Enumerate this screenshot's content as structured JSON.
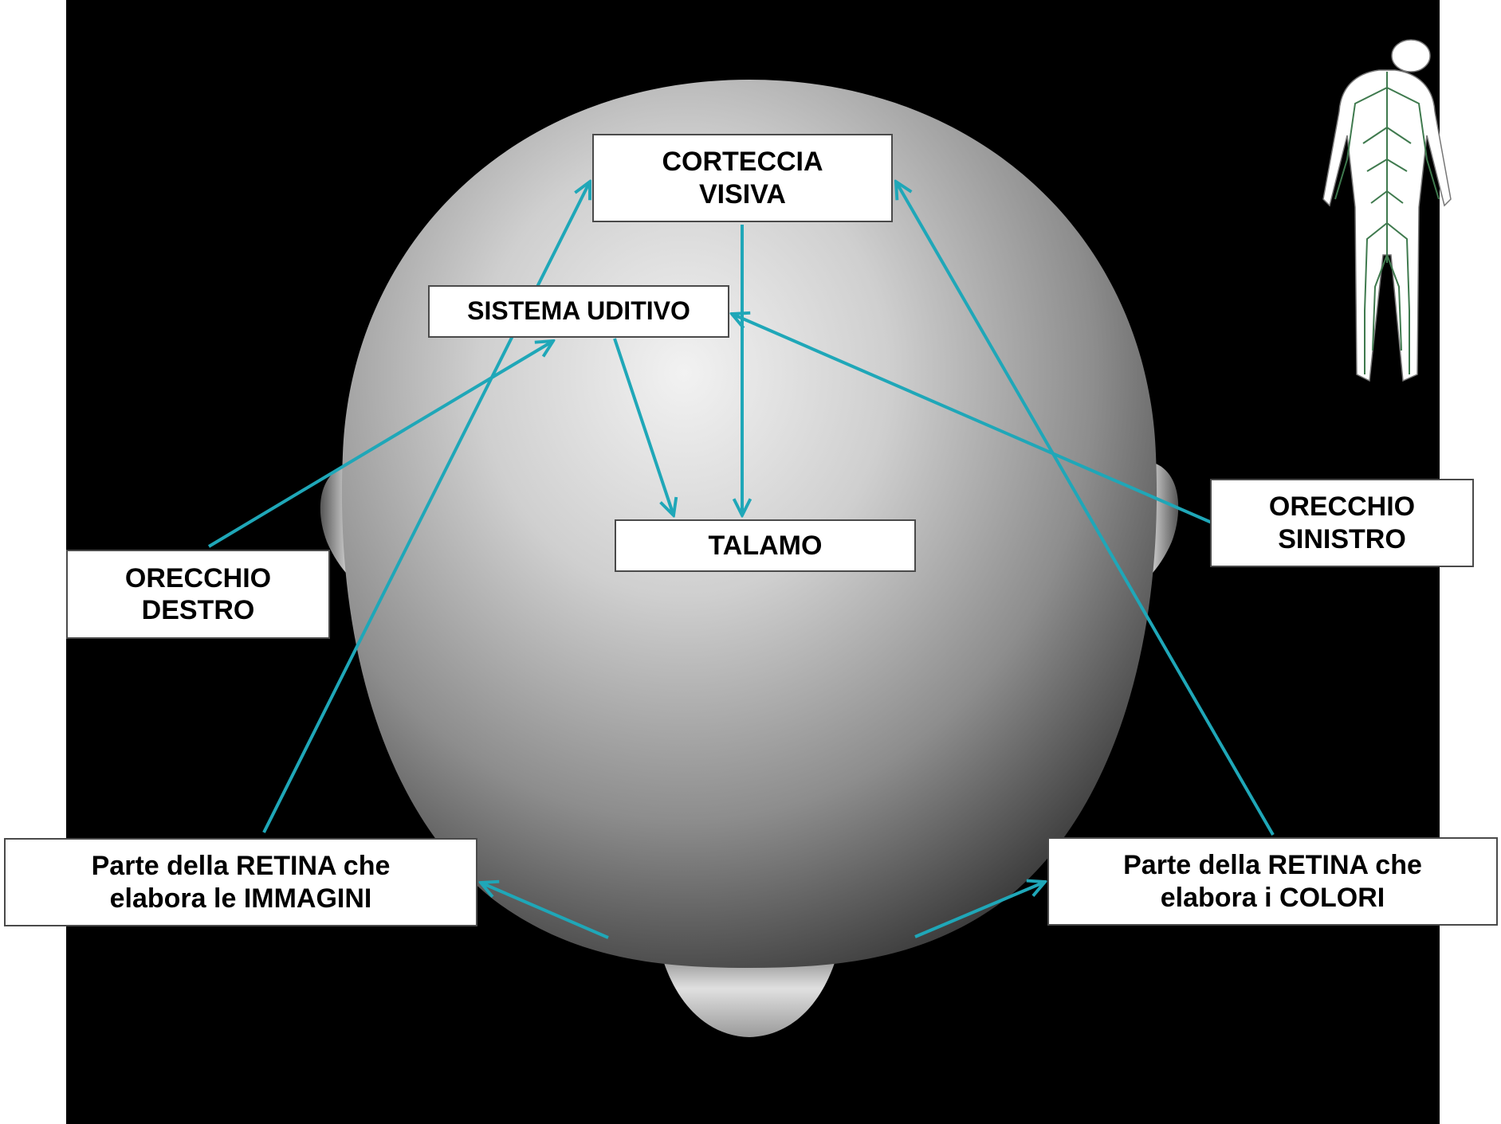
{
  "labels": {
    "corteccia_visiva": "CORTECCIA\nVISIVA",
    "sistema_uditivo": "SISTEMA UDITIVO",
    "talamo": "TALAMO",
    "orecchio_destro": "ORECCHIO\nDESTRO",
    "orecchio_sinistro": "ORECCHIO\nSINISTRO",
    "retina_immagini": "Parte della RETINA che\nelabora le IMMAGINI",
    "retina_colori": "Parte della RETINA che\nelabora i COLORI"
  },
  "colors": {
    "background": "#000000",
    "arrow": "#1fa7b8",
    "box_fill": "#ffffff",
    "box_border": "#4a4a4a",
    "nerve_green": "#3f7a4e"
  },
  "icons": {
    "head": "head-top-view-icon",
    "nervous_system": "nervous-system-icon"
  }
}
